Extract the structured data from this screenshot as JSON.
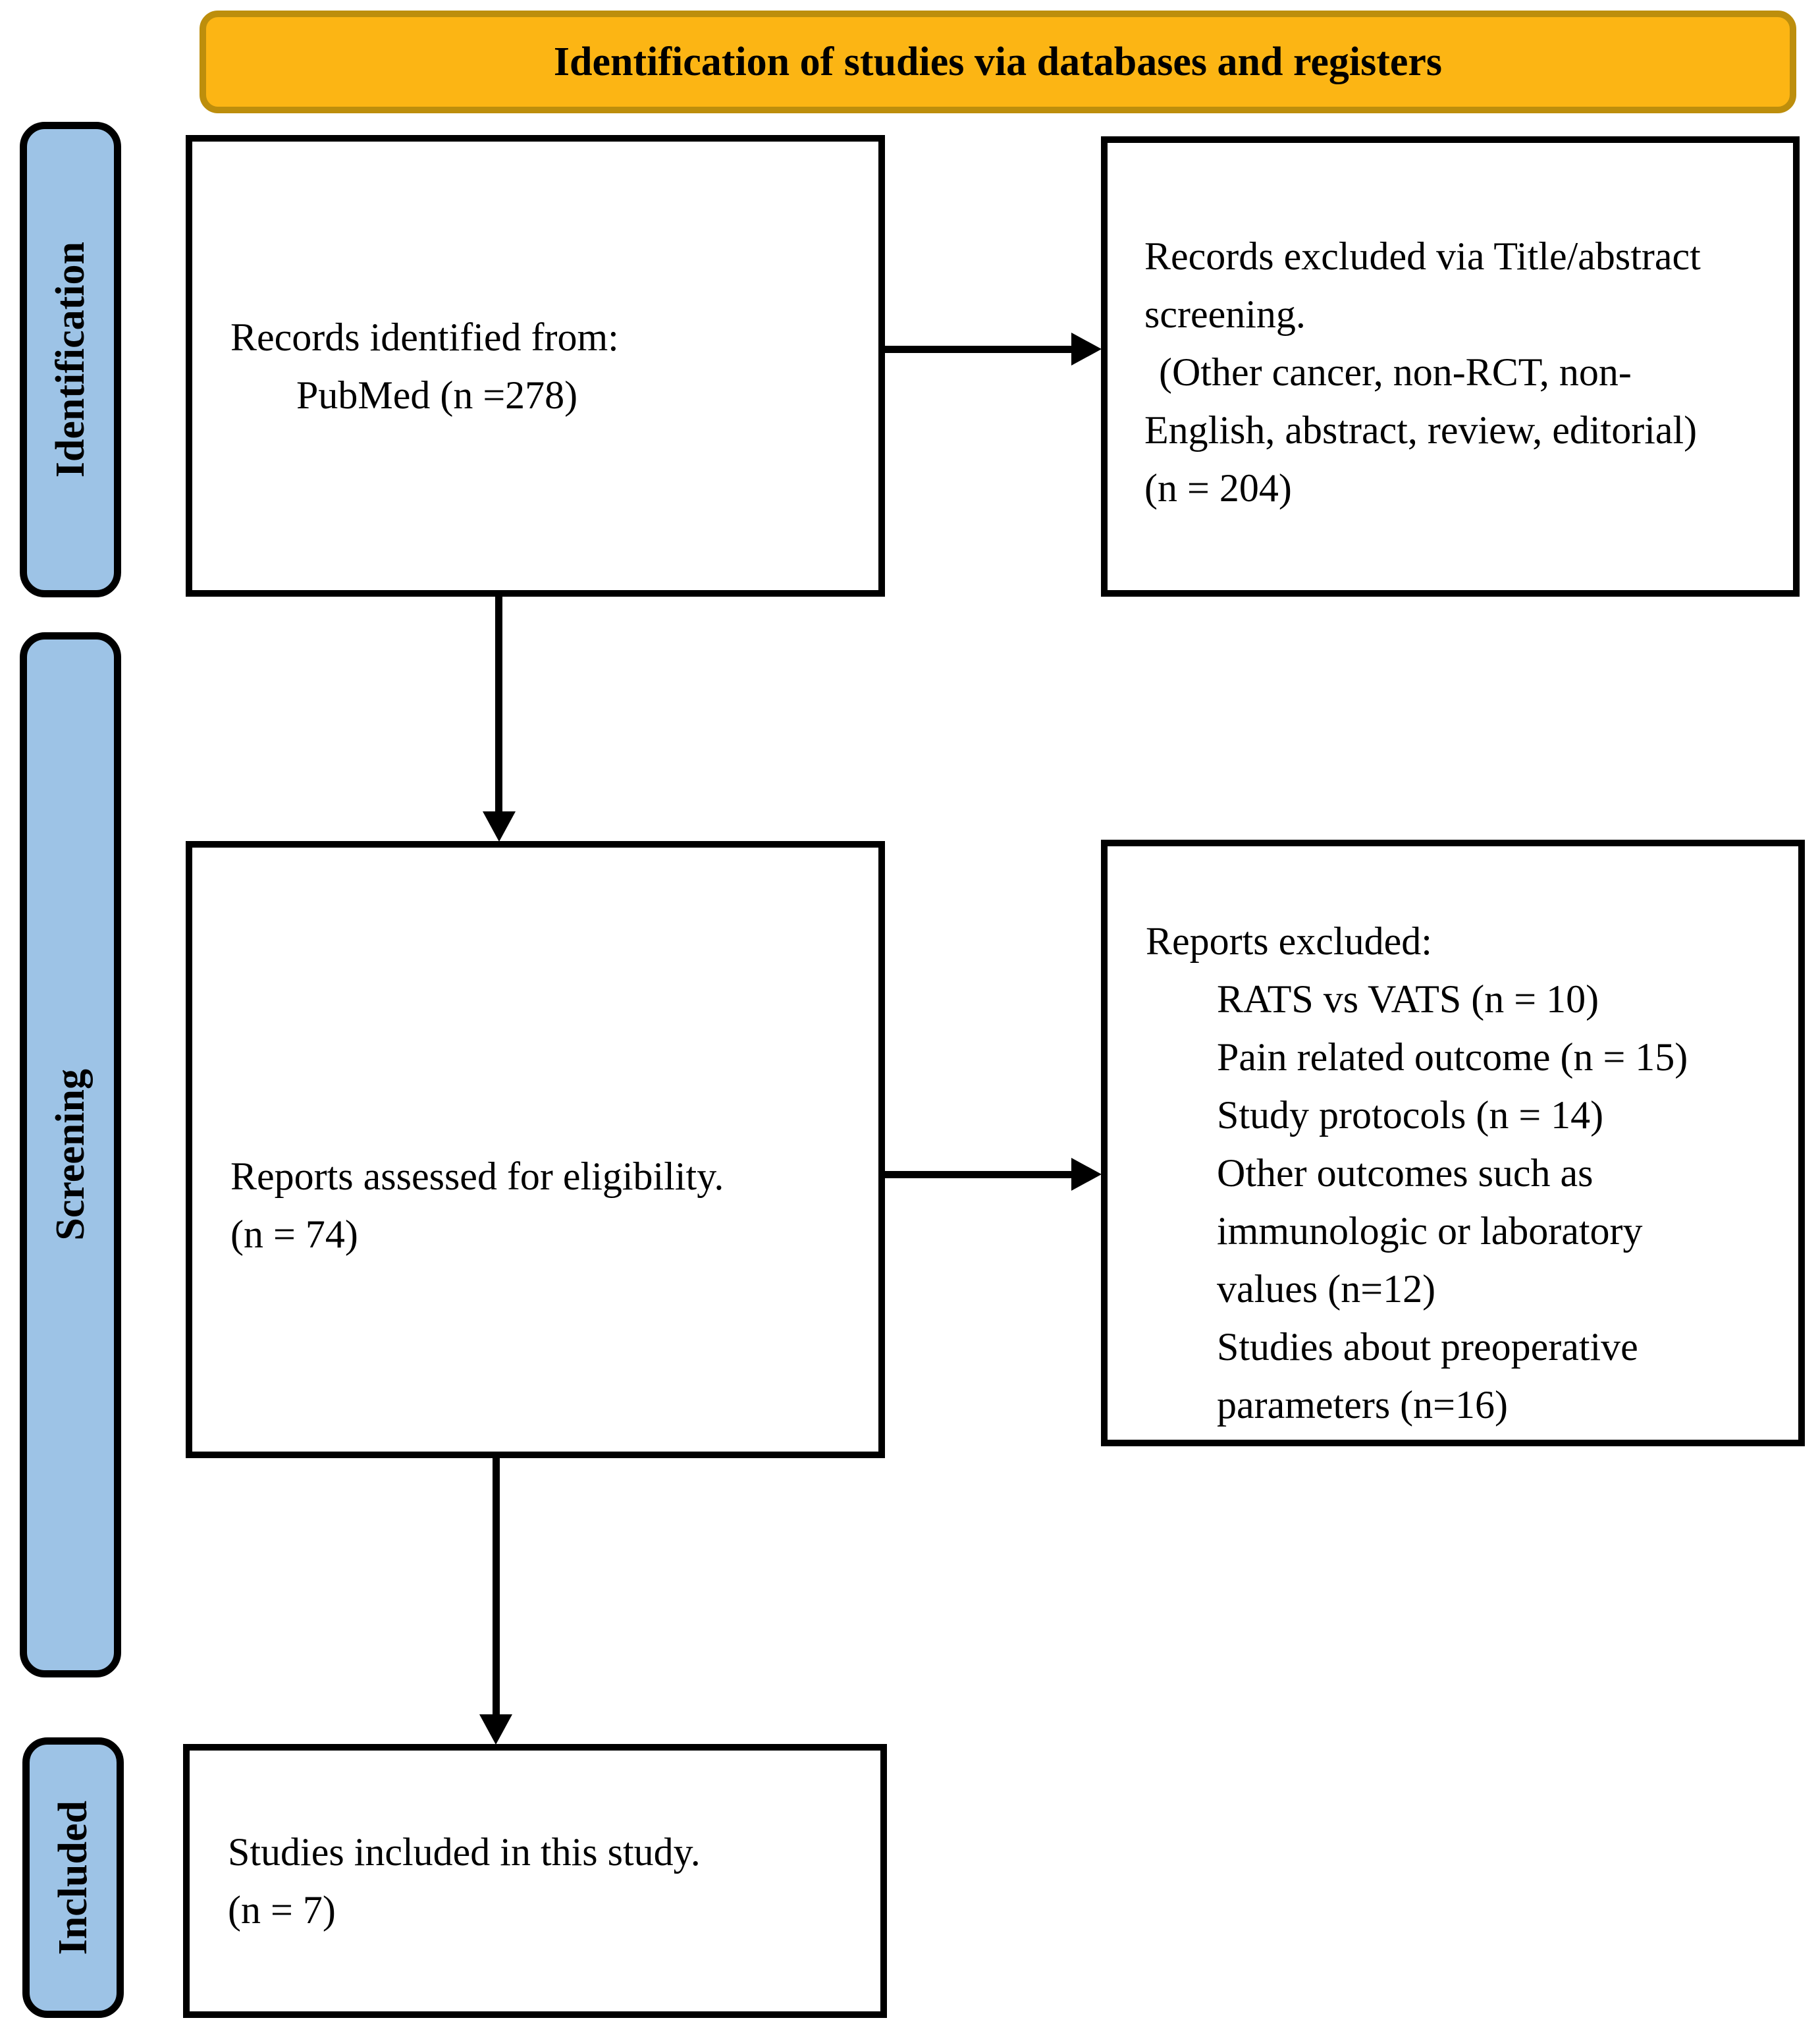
{
  "banner": {
    "title": "Identification of studies via databases and registers"
  },
  "stages": [
    {
      "label": "Identification"
    },
    {
      "label": "Screening"
    },
    {
      "label": "Included"
    }
  ],
  "boxes": {
    "identified": {
      "line1": "Records identified from:",
      "line2": "PubMed (n =278)"
    },
    "excluded_title_abstract": {
      "lines": [
        "Records excluded via Title/abstract",
        "screening.",
        "(Other cancer, non-RCT, non-",
        "English, abstract, review, editorial)",
        "(n = 204)"
      ]
    },
    "assessed": {
      "line1": "Reports assessed for eligibility.",
      "line2": "(n = 74)"
    },
    "reports_excluded": {
      "heading": "Reports excluded:",
      "items": [
        "RATS vs VATS (n = 10)",
        "Pain related outcome (n = 15)",
        "Study protocols (n = 14)",
        "Other outcomes such as",
        "immunologic or laboratory",
        "values (n=12)",
        "Studies about preoperative",
        "parameters (n=16)"
      ]
    },
    "included": {
      "line1": "Studies included in this study.",
      "line2": "(n = 7)"
    }
  },
  "colors": {
    "banner_fill": "#FCB514",
    "banner_border": "#BD8E0C",
    "stage_fill": "#9DC3E6",
    "stage_border": "#000000",
    "box_border": "#000000",
    "arrow": "#000000",
    "text": "#000000"
  }
}
